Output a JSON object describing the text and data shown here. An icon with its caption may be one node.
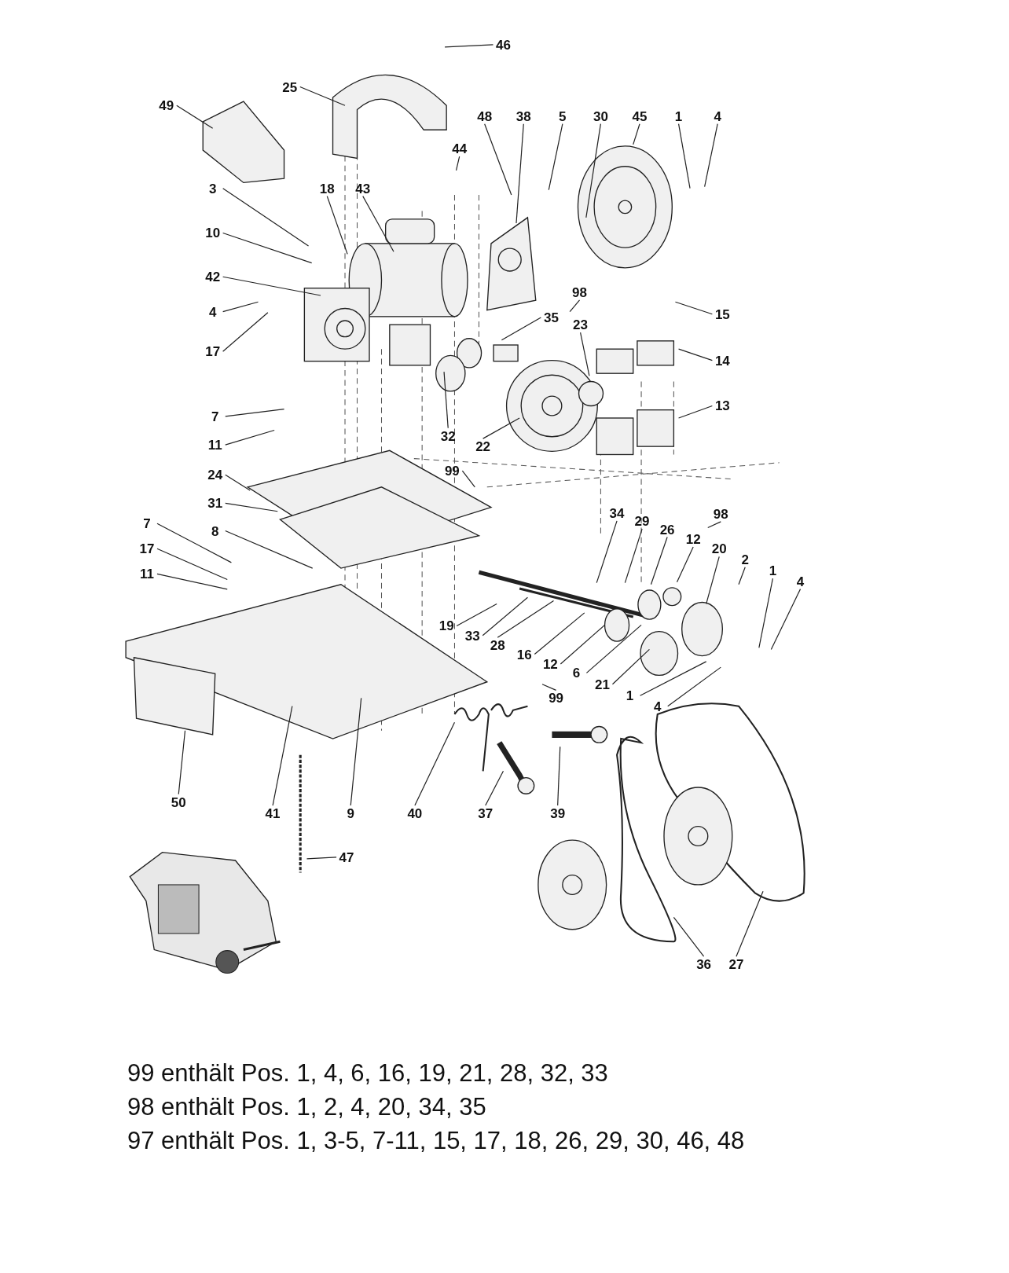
{
  "diagram": {
    "nodes": [
      {
        "text": [
          "46"
        ]
      },
      {
        "text": [
          "25"
        ]
      },
      {
        "text": [
          "49"
        ]
      },
      {
        "text": [
          "48"
        ]
      },
      {
        "text": [
          "38"
        ]
      },
      {
        "text": [
          "5"
        ]
      },
      {
        "text": [
          "30"
        ]
      },
      {
        "text": [
          "45"
        ]
      },
      {
        "text": [
          "1"
        ]
      },
      {
        "text": [
          "4"
        ]
      },
      {
        "text": [
          "44"
        ]
      },
      {
        "text": [
          "3"
        ]
      },
      {
        "text": [
          "18"
        ]
      },
      {
        "text": [
          "43"
        ]
      },
      {
        "text": [
          "10"
        ]
      },
      {
        "text": [
          "42"
        ]
      },
      {
        "text": [
          "98"
        ]
      },
      {
        "text": [
          "4"
        ]
      },
      {
        "text": [
          "15"
        ]
      },
      {
        "text": [
          "35"
        ]
      },
      {
        "text": [
          "23"
        ]
      },
      {
        "text": [
          "17"
        ]
      },
      {
        "text": [
          "14"
        ]
      },
      {
        "text": [
          "13"
        ]
      },
      {
        "text": [
          "7"
        ]
      },
      {
        "text": [
          "32"
        ]
      },
      {
        "text": [
          "22"
        ]
      },
      {
        "text": [
          "11"
        ]
      },
      {
        "text": [
          "99"
        ]
      },
      {
        "text": [
          "24"
        ]
      },
      {
        "text": [
          "31"
        ]
      },
      {
        "text": [
          "98"
        ]
      },
      {
        "text": [
          "34"
        ]
      },
      {
        "text": [
          "29"
        ]
      },
      {
        "text": [
          "26"
        ]
      },
      {
        "text": [
          "12"
        ]
      },
      {
        "text": [
          "20"
        ]
      },
      {
        "text": [
          "7"
        ]
      },
      {
        "text": [
          "8"
        ]
      },
      {
        "text": [
          "2"
        ]
      },
      {
        "text": [
          "17"
        ]
      },
      {
        "text": [
          "1"
        ]
      },
      {
        "text": [
          "4"
        ]
      },
      {
        "text": [
          "11"
        ]
      },
      {
        "text": [
          "19"
        ]
      },
      {
        "text": [
          "33"
        ]
      },
      {
        "text": [
          "28"
        ]
      },
      {
        "text": [
          "16"
        ]
      },
      {
        "text": [
          "12"
        ]
      },
      {
        "text": [
          "6"
        ]
      },
      {
        "text": [
          "21"
        ]
      },
      {
        "text": [
          "1"
        ]
      },
      {
        "text": [
          "4"
        ]
      },
      {
        "text": [
          "99"
        ]
      },
      {
        "text": [
          "50"
        ]
      },
      {
        "text": [
          "41"
        ]
      },
      {
        "text": [
          "9"
        ]
      },
      {
        "text": [
          "40"
        ]
      },
      {
        "text": [
          "37"
        ]
      },
      {
        "text": [
          "39"
        ]
      },
      {
        "text": [
          "47"
        ]
      },
      {
        "text": [
          "36"
        ]
      },
      {
        "text": [
          "27"
        ]
      }
    ],
    "edges": [
      {
        "from": 0,
        "to": null,
        "arrow": "none"
      },
      {
        "from": 1,
        "to": null,
        "arrow": "none"
      },
      {
        "from": 2,
        "to": null,
        "arrow": "none"
      },
      {
        "from": 3,
        "to": null,
        "arrow": "none"
      },
      {
        "from": 4,
        "to": null,
        "arrow": "none"
      },
      {
        "from": 5,
        "to": null,
        "arrow": "none"
      },
      {
        "from": 6,
        "to": null,
        "arrow": "none"
      },
      {
        "from": 7,
        "to": null,
        "arrow": "none"
      },
      {
        "from": 8,
        "to": null,
        "arrow": "none"
      },
      {
        "from": 9,
        "to": null,
        "arrow": "none"
      },
      {
        "from": 10,
        "to": null,
        "arrow": "none"
      },
      {
        "from": 11,
        "to": null,
        "arrow": "none"
      },
      {
        "from": 12,
        "to": null,
        "arrow": "none"
      },
      {
        "from": 13,
        "to": null,
        "arrow": "none"
      },
      {
        "from": 14,
        "to": null,
        "arrow": "none"
      },
      {
        "from": 15,
        "to": null,
        "arrow": "none"
      },
      {
        "from": 16,
        "to": null,
        "arrow": "none"
      },
      {
        "from": 17,
        "to": null,
        "arrow": "none"
      },
      {
        "from": 18,
        "to": null,
        "arrow": "none"
      },
      {
        "from": 19,
        "to": null,
        "arrow": "none"
      },
      {
        "from": 20,
        "to": null,
        "arrow": "none"
      },
      {
        "from": 21,
        "to": null,
        "arrow": "none"
      },
      {
        "from": 22,
        "to": null,
        "arrow": "none"
      },
      {
        "from": 23,
        "to": null,
        "arrow": "none"
      },
      {
        "from": 24,
        "to": null,
        "arrow": "none"
      },
      {
        "from": 25,
        "to": null,
        "arrow": "none"
      },
      {
        "from": 26,
        "to": null,
        "arrow": "none"
      },
      {
        "from": 27,
        "to": null,
        "arrow": "none"
      },
      {
        "from": 28,
        "to": null,
        "arrow": "none"
      },
      {
        "from": 29,
        "to": null,
        "arrow": "none"
      },
      {
        "from": 30,
        "to": null,
        "arrow": "none"
      },
      {
        "from": 31,
        "to": null,
        "arrow": "none"
      },
      {
        "from": 32,
        "to": null,
        "arrow": "none"
      },
      {
        "from": 33,
        "to": null,
        "arrow": "none"
      },
      {
        "from": 34,
        "to": null,
        "arrow": "none"
      },
      {
        "from": 35,
        "to": null,
        "arrow": "none"
      },
      {
        "from": 36,
        "to": null,
        "arrow": "none"
      },
      {
        "from": 37,
        "to": null,
        "arrow": "none"
      },
      {
        "from": 38,
        "to": null,
        "arrow": "none"
      },
      {
        "from": 39,
        "to": null,
        "arrow": "none"
      },
      {
        "from": 40,
        "to": null,
        "arrow": "none"
      },
      {
        "from": 41,
        "to": null,
        "arrow": "none"
      },
      {
        "from": 42,
        "to": null,
        "arrow": "none"
      },
      {
        "from": 43,
        "to": null,
        "arrow": "none"
      },
      {
        "from": 44,
        "to": null,
        "arrow": "none"
      },
      {
        "from": 45,
        "to": null,
        "arrow": "none"
      },
      {
        "from": 46,
        "to": null,
        "arrow": "none"
      },
      {
        "from": 47,
        "to": null,
        "arrow": "none"
      },
      {
        "from": 48,
        "to": null,
        "arrow": "none"
      },
      {
        "from": 49,
        "to": null,
        "arrow": "none"
      },
      {
        "from": 50,
        "to": null,
        "arrow": "none"
      },
      {
        "from": 51,
        "to": null,
        "arrow": "none"
      },
      {
        "from": 52,
        "to": null,
        "arrow": "none"
      },
      {
        "from": 53,
        "to": null,
        "arrow": "none"
      },
      {
        "from": 54,
        "to": null,
        "arrow": "none"
      },
      {
        "from": 55,
        "to": null,
        "arrow": "none"
      },
      {
        "from": 56,
        "to": null,
        "arrow": "none"
      },
      {
        "from": 57,
        "to": null,
        "arrow": "none"
      },
      {
        "from": 58,
        "to": null,
        "arrow": "none"
      },
      {
        "from": 59,
        "to": null,
        "arrow": "none"
      },
      {
        "from": 60,
        "to": null,
        "arrow": "none"
      },
      {
        "from": 61,
        "to": null,
        "arrow": "none"
      },
      {
        "from": 62,
        "to": null,
        "arrow": "none"
      }
    ],
    "labels": [
      "99 enthält Pos. 1, 4, 6, 16, 19, 21, 28, 32, 33",
      "98 enthält Pos. 1, 2, 4, 20, 34, 35",
      "97 enthält Pos. 1, 3-5, 7-11, 15, 17, 18, 26, 29, 30, 46, 48"
    ]
  }
}
